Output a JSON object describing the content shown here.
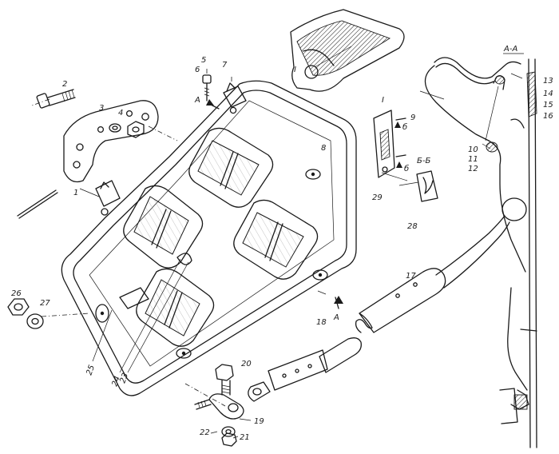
{
  "diagram": {
    "section_title": "A-A",
    "view_I_label": "I",
    "section_b_label": "Б-Б",
    "arrow_A_label": "А",
    "arrow_b_label": "б",
    "callouts": {
      "n1": "1",
      "n2": "2",
      "n3": "3",
      "n4": "4",
      "n5": "5",
      "n6": "6",
      "n7": "7",
      "n8": "8",
      "n9": "9",
      "n10": "10",
      "n11": "11",
      "n12": "12",
      "n13": "13",
      "n14": "14",
      "n15": "15",
      "n16": "16",
      "n17": "17",
      "n18": "18",
      "n19": "19",
      "n20": "20",
      "n21": "21",
      "n22": "22",
      "n23": "23",
      "n24": "24",
      "n25": "25",
      "n26": "26",
      "n27": "27",
      "n28": "28",
      "n29": "29"
    }
  }
}
